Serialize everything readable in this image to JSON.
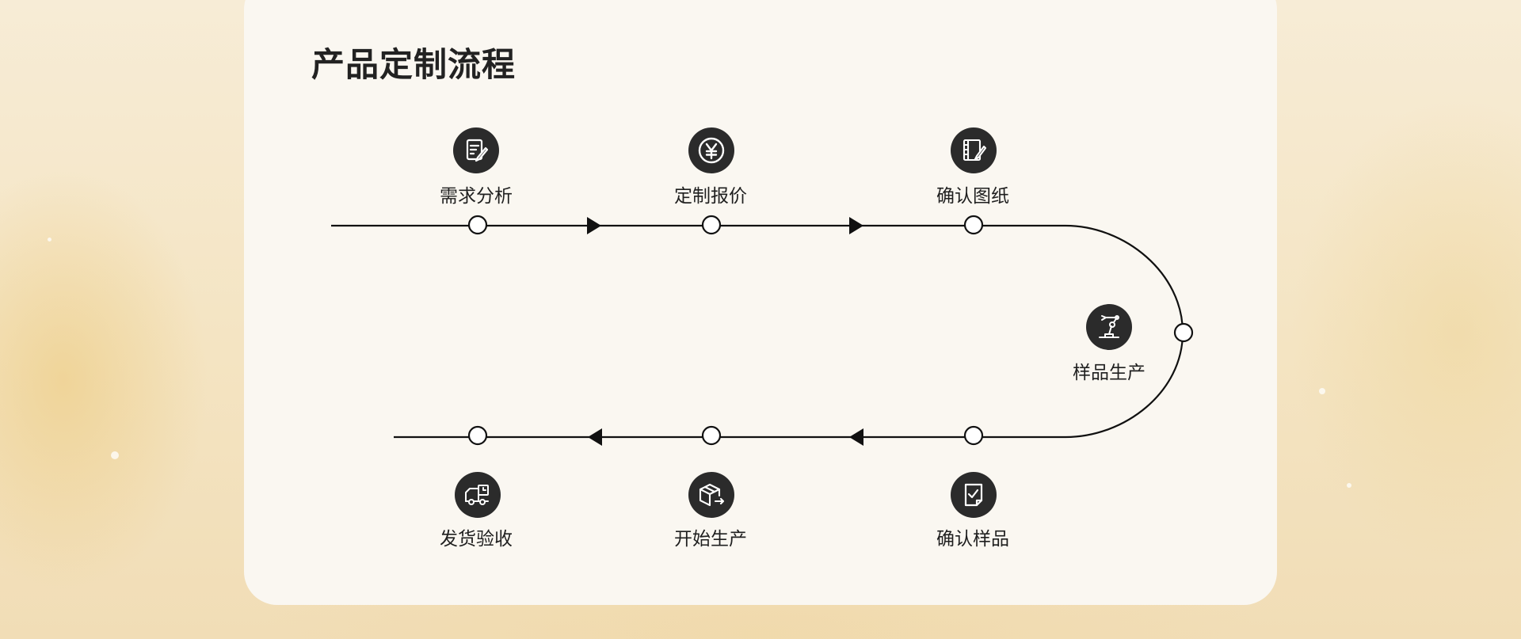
{
  "title": "产品定制流程",
  "steps": [
    {
      "label": "需求分析",
      "icon": "document-edit-icon"
    },
    {
      "label": "定制报价",
      "icon": "yen-coin-icon"
    },
    {
      "label": "确认图纸",
      "icon": "drawing-blueprint-icon"
    },
    {
      "label": "样品生产",
      "icon": "robotic-arm-icon"
    },
    {
      "label": "确认样品",
      "icon": "document-check-icon"
    },
    {
      "label": "开始生产",
      "icon": "box-icon"
    },
    {
      "label": "发货验收",
      "icon": "delivery-truck-icon"
    }
  ],
  "colors": {
    "line": "#111111",
    "icon_bg": "#2b2b2b",
    "card_bg": "#faf7f1"
  }
}
